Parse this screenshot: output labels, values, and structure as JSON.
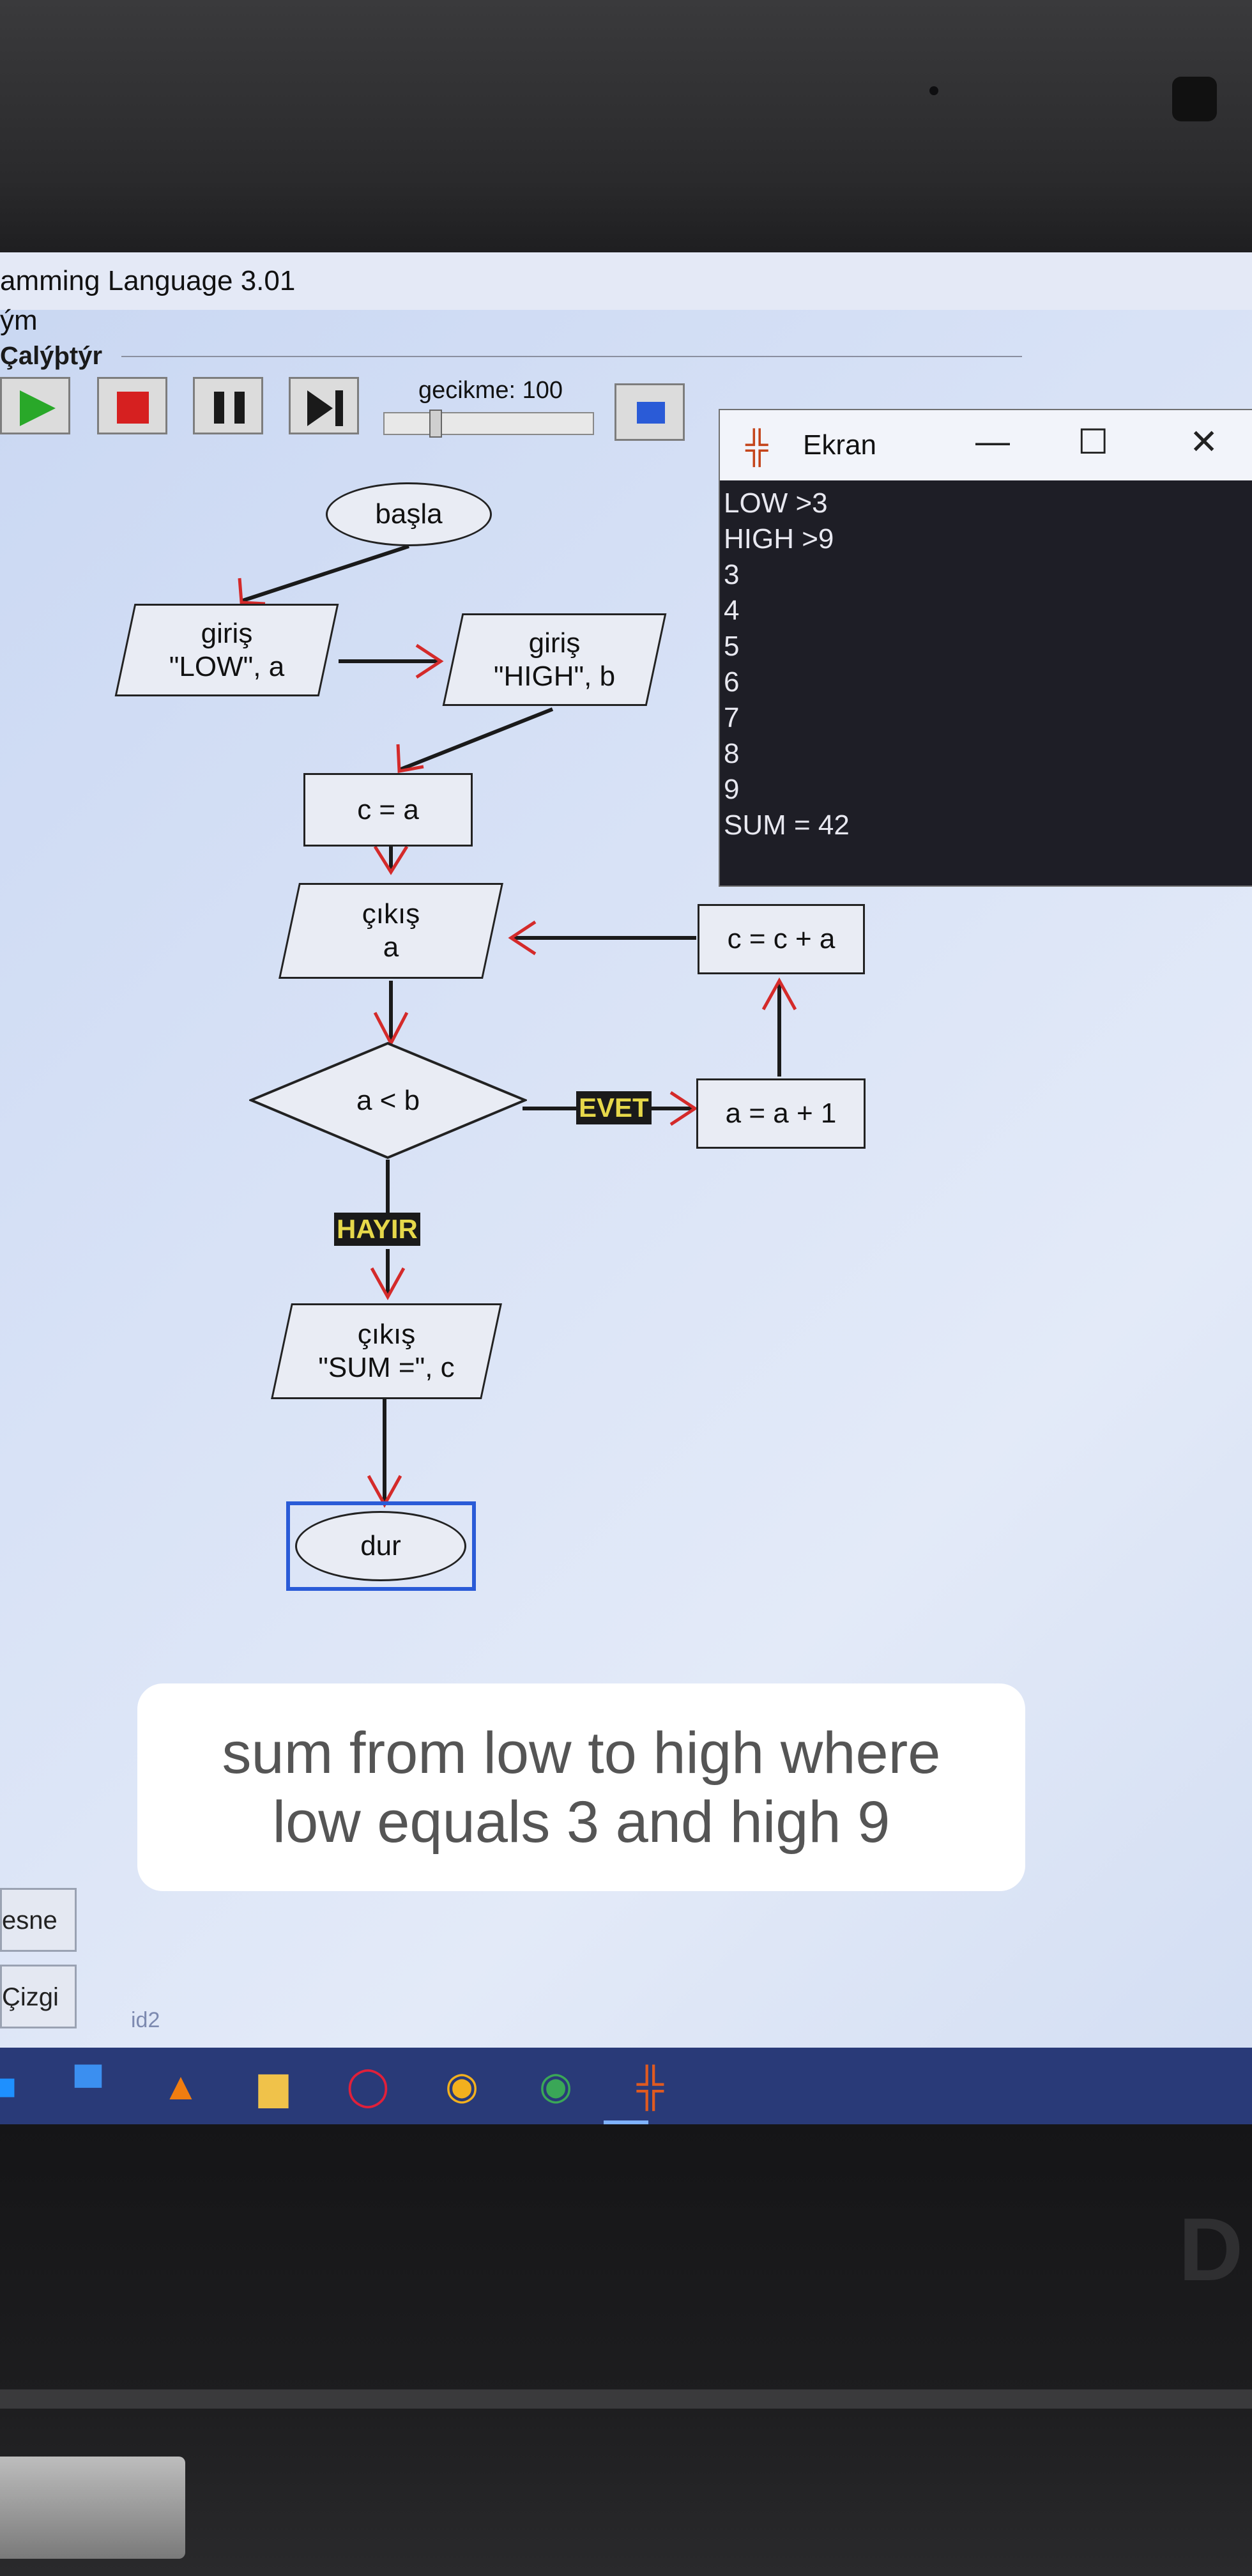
{
  "window": {
    "title": "amming Language 3.01"
  },
  "menu": {
    "item": "ým"
  },
  "run_group": {
    "label": "Çalýþtýr"
  },
  "toolbar": {
    "delay_label": "gecikme: 100"
  },
  "output_window": {
    "title": "Ekran",
    "lines": [
      "LOW >3",
      "HIGH >9",
      "3",
      "4",
      "5",
      "6",
      "7",
      "8",
      "9",
      "SUM = 42"
    ]
  },
  "flowchart": {
    "start": "başla",
    "input_low": {
      "line1": "giriş",
      "line2": "\"LOW\", a"
    },
    "input_high": {
      "line1": "giriş",
      "line2": "\"HIGH\", b"
    },
    "assign_c": "c = a",
    "output_a": {
      "line1": "çıkış",
      "line2": "a"
    },
    "accumulate": "c = c + a",
    "decision": "a < b",
    "yes_label": "EVET",
    "increment": "a = a + 1",
    "no_label": "HAYIR",
    "output_sum": {
      "line1": "çıkış",
      "line2": "\"SUM =\", c"
    },
    "end": "dur"
  },
  "caption": {
    "line1": "sum from low to high where",
    "line2": "low equals 3 and high 9"
  },
  "side_panel": {
    "button1": "esne",
    "button2": "Çizgi",
    "id_label": "id2"
  },
  "colors": {
    "arrow_red": "#d42a2a",
    "selection_blue": "#2a5bd7",
    "taskbar": "#293a78"
  },
  "taskbar_icons": [
    "windows-icon",
    "store-icon",
    "vlc-icon",
    "file-explorer-icon",
    "opera-icon",
    "chrome-canary-icon",
    "chrome-icon",
    "flowgorithm-icon"
  ]
}
